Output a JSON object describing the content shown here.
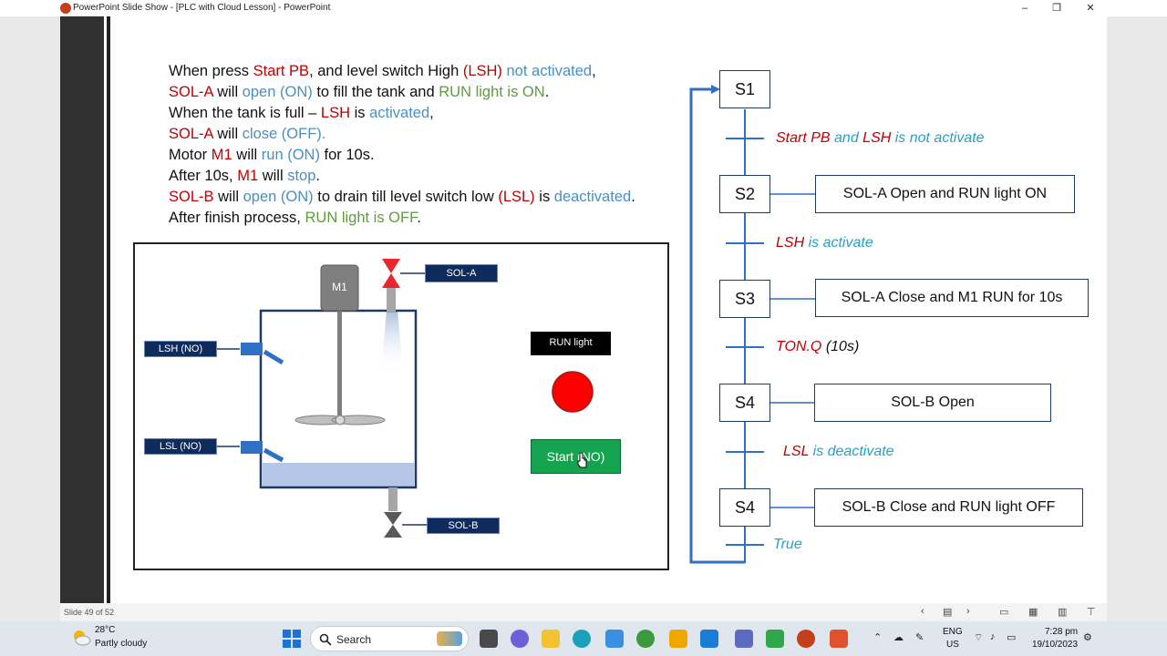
{
  "window": {
    "title": "PowerPoint Slide Show - [PLC with Cloud Lesson] - PowerPoint",
    "minimize": "–",
    "restore": "❐",
    "close": "✕"
  },
  "slide": {
    "desc": [
      [
        {
          "t": "When press ",
          "c": ""
        },
        {
          "t": "Start PB",
          "c": "red"
        },
        {
          "t": ", and level switch High ",
          "c": ""
        },
        {
          "t": "(LSH)",
          "c": "red"
        },
        {
          "t": " not activated",
          "c": "blue"
        },
        {
          "t": ",",
          "c": ""
        }
      ],
      [
        {
          "t": "SOL-A",
          "c": "red"
        },
        {
          "t": " will ",
          "c": ""
        },
        {
          "t": "open (ON)",
          "c": "blue"
        },
        {
          "t": " to fill the tank and ",
          "c": ""
        },
        {
          "t": "RUN light is ON",
          "c": "green"
        },
        {
          "t": ".",
          "c": ""
        }
      ],
      [
        {
          "t": "When the tank is full – ",
          "c": ""
        },
        {
          "t": "LSH",
          "c": "red"
        },
        {
          "t": " is ",
          "c": ""
        },
        {
          "t": "activated",
          "c": "blue"
        },
        {
          "t": ",",
          "c": ""
        }
      ],
      [
        {
          "t": "SOL-A",
          "c": "red"
        },
        {
          "t": " will ",
          "c": ""
        },
        {
          "t": "close (OFF).",
          "c": "blue"
        }
      ],
      [
        {
          "t": "Motor ",
          "c": ""
        },
        {
          "t": "M1",
          "c": "red"
        },
        {
          "t": " will ",
          "c": ""
        },
        {
          "t": "run (ON)",
          "c": "blue"
        },
        {
          "t": " for 10s.",
          "c": ""
        }
      ],
      [
        {
          "t": "After 10s, ",
          "c": ""
        },
        {
          "t": "M1",
          "c": "red"
        },
        {
          "t": " will ",
          "c": ""
        },
        {
          "t": "stop",
          "c": "blue"
        },
        {
          "t": ".",
          "c": ""
        }
      ],
      [
        {
          "t": "SOL-B",
          "c": "red"
        },
        {
          "t": " will ",
          "c": ""
        },
        {
          "t": "open (ON)",
          "c": "blue"
        },
        {
          "t": " to drain till level switch low ",
          "c": ""
        },
        {
          "t": "(LSL)",
          "c": "red"
        },
        {
          "t": " is ",
          "c": ""
        },
        {
          "t": "deactivated",
          "c": "blue"
        },
        {
          "t": ".",
          "c": ""
        }
      ],
      [
        {
          "t": "After finish process, ",
          "c": ""
        },
        {
          "t": "RUN light is OFF",
          "c": "green"
        },
        {
          "t": ".",
          "c": ""
        }
      ]
    ],
    "diagram": {
      "motor": "M1",
      "sol_a": "SOL-A",
      "sol_b": "SOL-B",
      "lsh": "LSH (NO)",
      "lsl": "LSL (NO)",
      "run_light": "RUN light",
      "start_button": "Start (NO)",
      "colors": {
        "run_lamp": "#ff0000",
        "start": "#15a350",
        "liquid": "#b4c7e7",
        "valve_red": "#e8262b"
      }
    },
    "sfc": {
      "steps": [
        "S1",
        "S2",
        "S3",
        "S4",
        "S4"
      ],
      "actions": [
        "SOL-A Open and RUN light ON",
        "SOL-A Close and M1 RUN for 10s",
        "SOL-B Open",
        "SOL-B Close and RUN light OFF"
      ],
      "transitions": [
        [
          {
            "t": "Start PB",
            "c": "tred"
          },
          {
            "t": " and ",
            "c": "tcyan"
          },
          {
            "t": "LSH",
            "c": "tred"
          },
          {
            "t": " is not activate",
            "c": "tcyan"
          }
        ],
        [
          {
            "t": "LSH",
            "c": "tred"
          },
          {
            "t": " is activate",
            "c": "tcyan"
          }
        ],
        [
          {
            "t": "TON.Q",
            "c": "tred"
          },
          {
            "t": " (10s)",
            "c": "tdark"
          }
        ],
        [
          {
            "t": "LSL",
            "c": "tred"
          },
          {
            "t": " is deactivate",
            "c": "tcyan"
          }
        ],
        [
          {
            "t": "True",
            "c": "tcyan"
          }
        ]
      ]
    }
  },
  "statusbar": {
    "slide_number": "Slide 49 of 52"
  },
  "taskbar": {
    "weather_temp": "28°C",
    "weather_desc": "Partly cloudy",
    "search": "Search",
    "lang1": "ENG",
    "lang2": "US",
    "time": "7:28 pm",
    "date": "19/10/2023"
  }
}
